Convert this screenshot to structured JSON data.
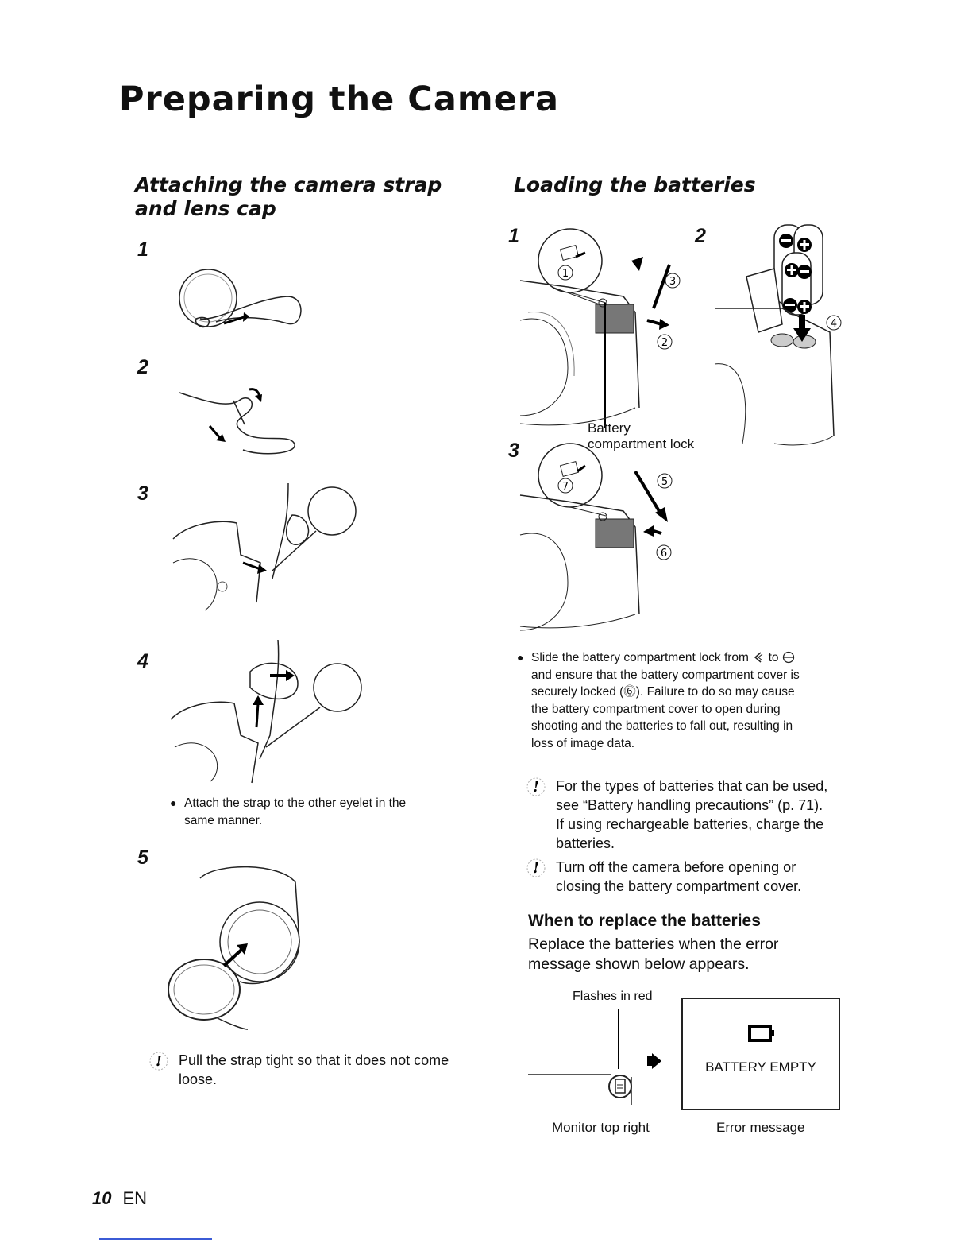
{
  "page_title": "Preparing the Camera",
  "strap_section": {
    "heading_line1": "Attaching the camera strap",
    "heading_line2": "and lens cap",
    "steps": [
      "1",
      "2",
      "3",
      "4",
      "5"
    ],
    "step4_bullet_line1": "Attach the strap to the other eyelet in the",
    "step4_bullet_line2": "same manner.",
    "note_line1": "Pull the strap tight so that it does not come",
    "note_line2": "loose."
  },
  "battery_section": {
    "heading": "Loading the batteries",
    "steps": [
      "1",
      "2",
      "3"
    ],
    "callout_line1": "Battery",
    "callout_line2": "compartment lock",
    "circled_numbers": [
      "1",
      "2",
      "3",
      "4",
      "5",
      "6",
      "7"
    ],
    "bullet_lines": [
      "Slide the battery compartment lock from",
      "and ensure that the battery compartment cover is",
      "securely locked (⓺). Failure to do so may cause",
      "the battery compartment cover to open during",
      "shooting and the batteries to fall out, resulting in",
      "loss of image data."
    ],
    "bullet_to": "to",
    "note1_lines": [
      "For the types of batteries that can be used,",
      "see “Battery handling precautions” (p. 71).",
      "If using rechargeable batteries, charge the",
      "batteries."
    ],
    "note2_lines": [
      "Turn off the camera before opening or",
      "closing the battery compartment cover."
    ]
  },
  "replace_section": {
    "heading": "When to replace the batteries",
    "text_line1": "Replace the batteries when the error",
    "text_line2": "message shown below appears.",
    "flashes_label": "Flashes in red",
    "monitor_label": "Monitor top right",
    "error_label": "Error message",
    "error_text": "BATTERY EMPTY"
  },
  "footer": {
    "page_number": "10",
    "lang": "EN"
  }
}
